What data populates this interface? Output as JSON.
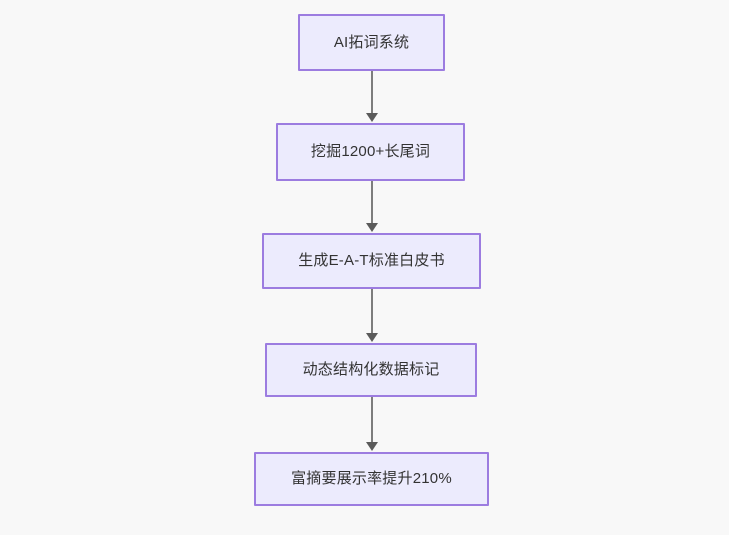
{
  "diagram": {
    "type": "flowchart",
    "orientation": "vertical-top-down",
    "background_color": "#f8f8f8",
    "node_fill_color": "#ecebfd",
    "node_border_color": "#9c7ce0",
    "node_text_color": "#333333",
    "edge_color": "#7d7d7d",
    "nodes": [
      {
        "id": "n1",
        "label": "AI拓词系统"
      },
      {
        "id": "n2",
        "label": "挖掘1200+长尾词"
      },
      {
        "id": "n3",
        "label": "生成E-A-T标准白皮书"
      },
      {
        "id": "n4",
        "label": "动态结构化数据标记"
      },
      {
        "id": "n5",
        "label": "富摘要展示率提升210%"
      }
    ],
    "edges": [
      {
        "id": "e1",
        "from": "n1",
        "to": "n2",
        "label": ""
      },
      {
        "id": "e2",
        "from": "n2",
        "to": "n3",
        "label": ""
      },
      {
        "id": "e3",
        "from": "n3",
        "to": "n4",
        "label": ""
      },
      {
        "id": "e4",
        "from": "n4",
        "to": "n5",
        "label": ""
      }
    ]
  }
}
